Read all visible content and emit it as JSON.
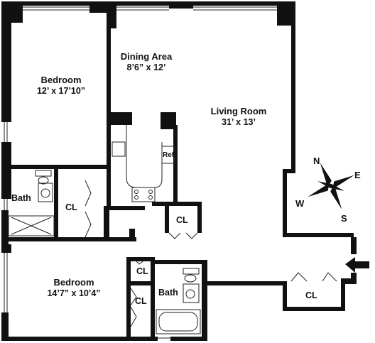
{
  "rooms": {
    "bedroom1": {
      "name": "Bedroom",
      "dims": "12’ x 17’10”"
    },
    "dining": {
      "name": "Dining Area",
      "dims": "8’6” x 12’"
    },
    "living": {
      "name": "Living Room",
      "dims": "31’ x 13’"
    },
    "bedroom2": {
      "name": "Bedroom",
      "dims": "14’7” x 10’4”"
    },
    "bath1": {
      "name": "Bath"
    },
    "bath2": {
      "name": "Bath"
    }
  },
  "closets": {
    "cl1": "CL",
    "cl2": "CL",
    "cl3": "CL",
    "cl4": "CL",
    "cl5": "CL"
  },
  "fixtures": {
    "ref": "Ref"
  },
  "compass": {
    "n": "N",
    "e": "E",
    "s": "S",
    "w": "W"
  },
  "colors": {
    "wall": "#111111",
    "line": "#222222",
    "background": "#ffffff"
  },
  "icons": {
    "entry": "entry-arrow-icon",
    "compass": "compass-rose-icon"
  }
}
